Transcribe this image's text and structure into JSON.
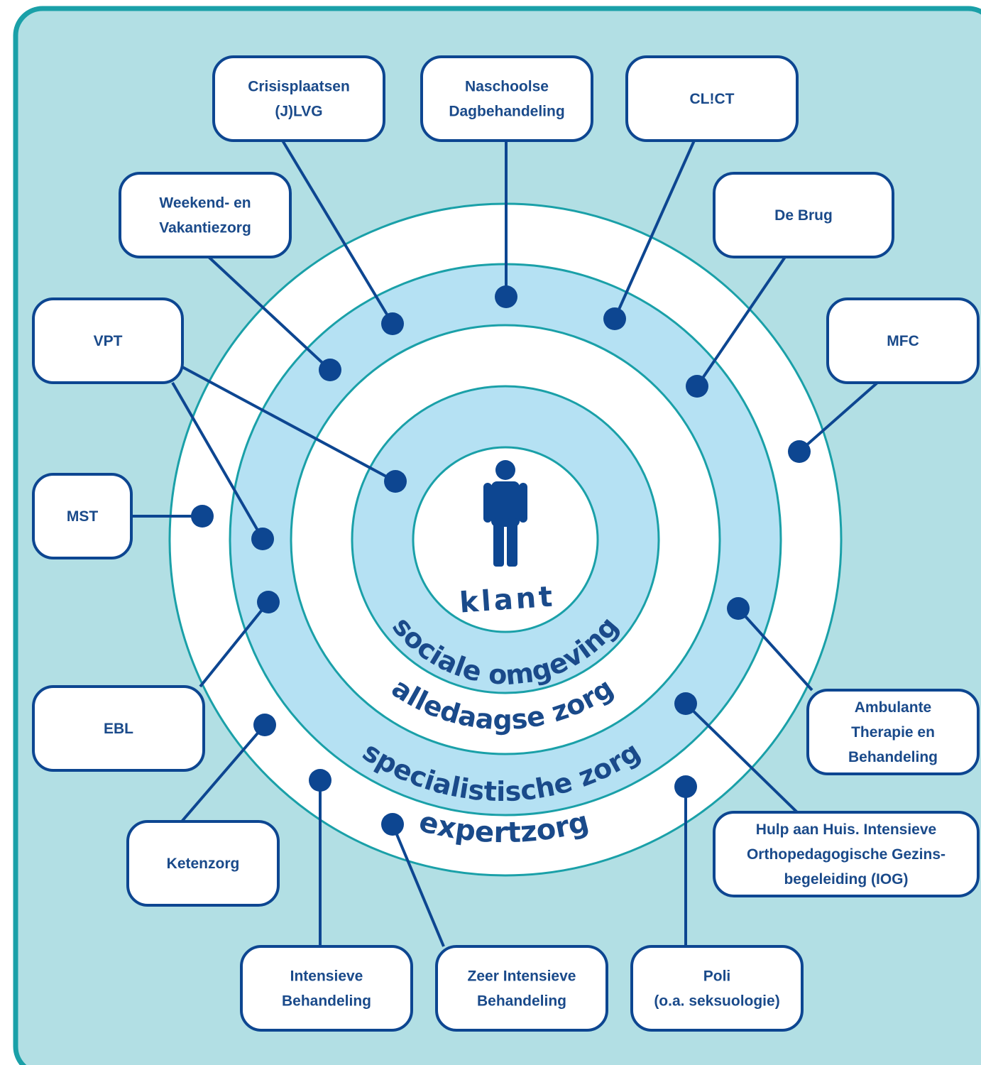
{
  "center_label": "klant",
  "rings": [
    {
      "id": "sociale",
      "label": "sociale omgeving"
    },
    {
      "id": "alledaagse",
      "label": "alledaagse zorg"
    },
    {
      "id": "specialistische",
      "label": "specialistische zorg"
    },
    {
      "id": "expert",
      "label": "expertzorg"
    }
  ],
  "services": [
    {
      "id": "crisisplaatsen",
      "lines": [
        "Crisisplaatsen",
        "(J)LVG"
      ]
    },
    {
      "id": "naschoolse",
      "lines": [
        "Naschoolse",
        "Dagbehandeling"
      ]
    },
    {
      "id": "clict",
      "lines": [
        "CL!CT"
      ]
    },
    {
      "id": "weekend",
      "lines": [
        "Weekend- en",
        "Vakantiezorg"
      ]
    },
    {
      "id": "debrug",
      "lines": [
        "De Brug"
      ]
    },
    {
      "id": "vpt",
      "lines": [
        "VPT"
      ]
    },
    {
      "id": "mfc",
      "lines": [
        "MFC"
      ]
    },
    {
      "id": "mst",
      "lines": [
        "MST"
      ]
    },
    {
      "id": "ebl",
      "lines": [
        "EBL"
      ]
    },
    {
      "id": "ambulante",
      "lines": [
        "Ambulante",
        "Therapie en",
        "Behandeling"
      ]
    },
    {
      "id": "hulp",
      "lines": [
        "Hulp aan Huis. Intensieve",
        "Orthopedagogische Gezins-",
        "begeleiding (IOG)"
      ]
    },
    {
      "id": "ketenzorg",
      "lines": [
        "Ketenzorg"
      ]
    },
    {
      "id": "intensieve",
      "lines": [
        "Intensieve",
        "Behandeling"
      ]
    },
    {
      "id": "zeer",
      "lines": [
        "Zeer Intensieve",
        "Behandeling"
      ]
    },
    {
      "id": "poli",
      "lines": [
        "Poli",
        "(o.a. seksuologie)"
      ]
    }
  ],
  "colors": {
    "background": "#b2dfe4",
    "frame": "#1aa0a8",
    "ring_light": "#b5e1f3",
    "ring_white": "#ffffff",
    "ring_stroke": "#1aa0a8",
    "navy": "#0d4691",
    "text": "#1a4a8a"
  }
}
